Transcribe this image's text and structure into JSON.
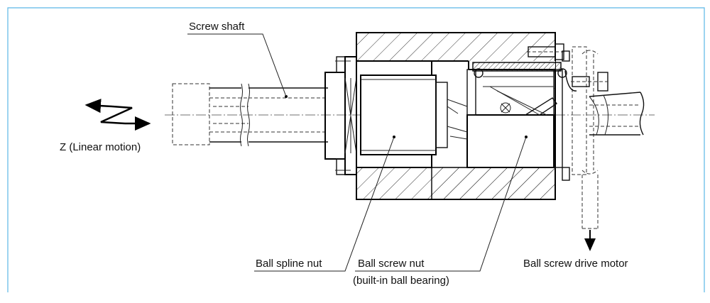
{
  "diagram": {
    "labels": {
      "screw_shaft": "Screw shaft",
      "linear_motion": "Z (Linear motion)",
      "ball_spline_nut": "Ball spline nut",
      "ball_screw_nut": "Ball screw nut",
      "built_in_bearing": "(built-in ball bearing)",
      "drive_motor": "Ball screw drive motor"
    },
    "colors": {
      "border": "#5bb8e6",
      "line": "#111111"
    }
  }
}
